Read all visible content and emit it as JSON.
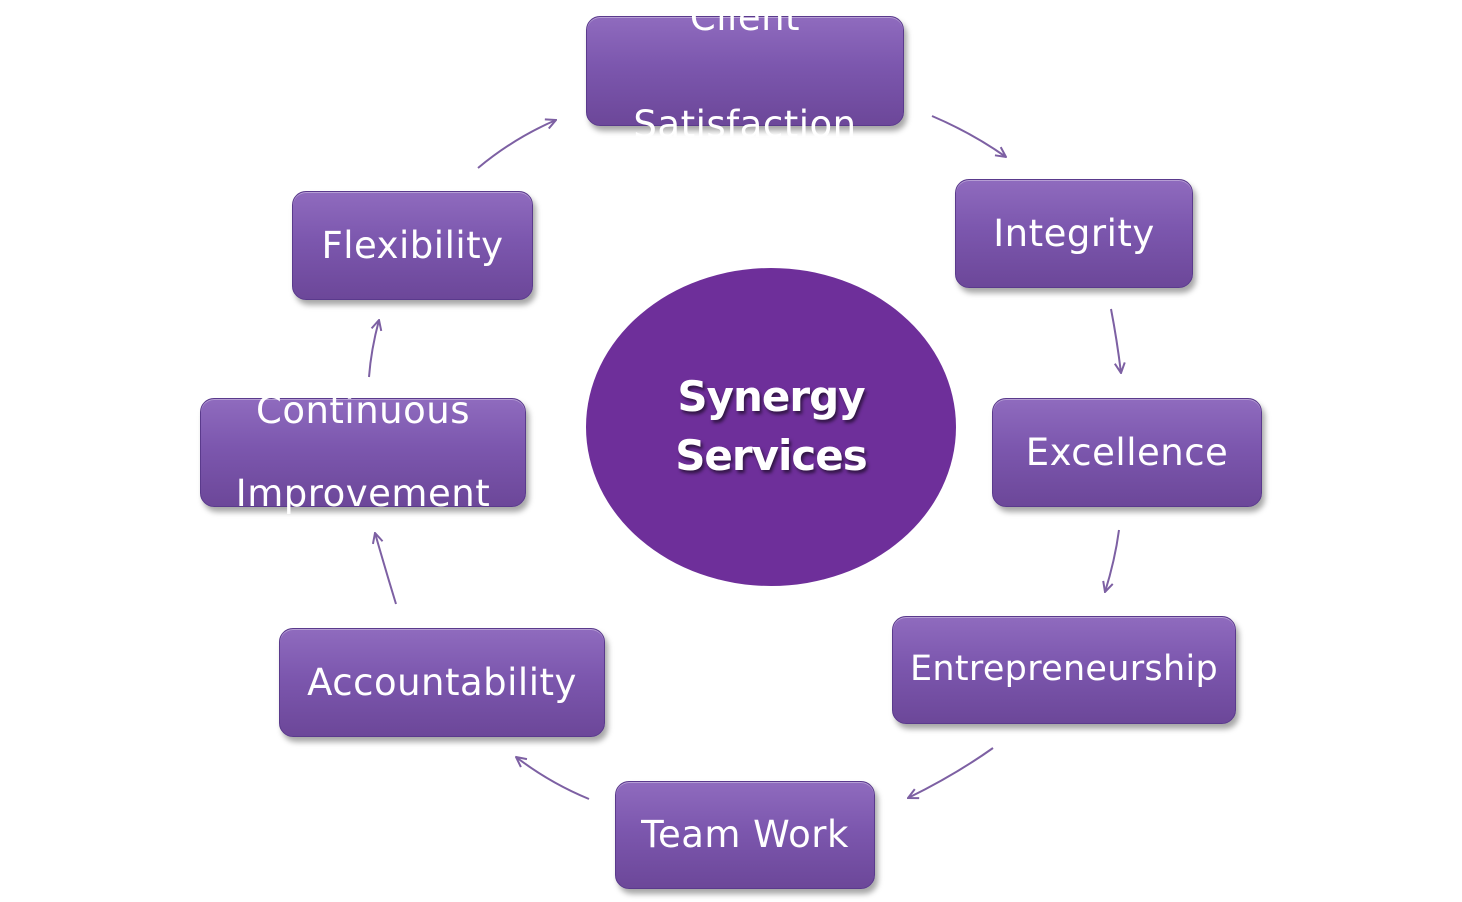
{
  "center": {
    "line1": "Synergy",
    "line2": "Services"
  },
  "nodes": {
    "client": {
      "line1": "Client",
      "line2": "Satisfaction"
    },
    "integrity": "Integrity",
    "excellence": "Excellence",
    "entrepreneurship": "Entrepreneurship",
    "team_work": "Team Work",
    "accountability": "Accountability",
    "continuous": {
      "line1": "Continuous",
      "line2": "Improvement"
    },
    "flexibility": "Flexibility"
  },
  "colors": {
    "node_fill": "#7c57ae",
    "center_fill": "#6e2f9a",
    "arrow": "#7d60a3",
    "text": "#ffffff"
  }
}
